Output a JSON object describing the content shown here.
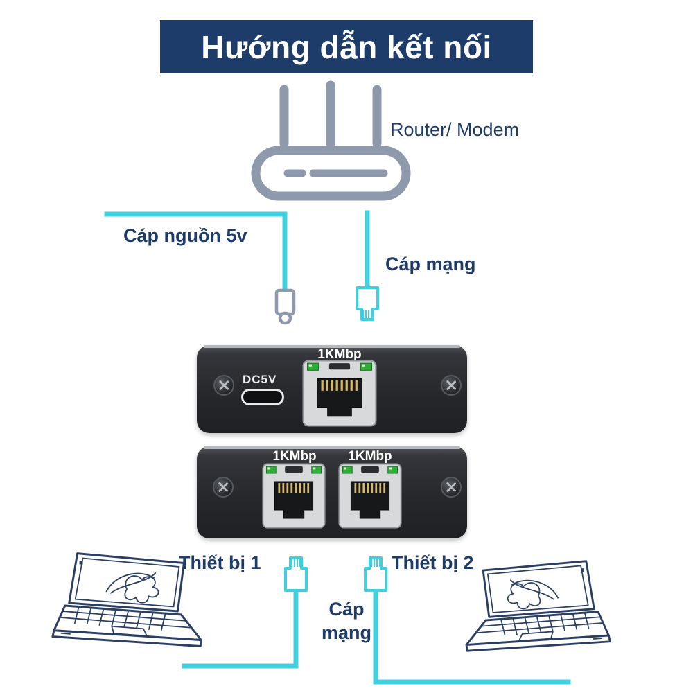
{
  "title": "Hướng dẫn kết nối",
  "router": {
    "label": "Router/ Modem"
  },
  "cables": {
    "power_label": "Cáp nguồn 5v",
    "network_label": "Cáp mạng",
    "network_label_bottom_line1": "Cáp",
    "network_label_bottom_line2": "mạng"
  },
  "switch_front": {
    "port_label": "1KMbp",
    "power_label": "DC5V"
  },
  "switch_back": {
    "port1_label": "1KMbp",
    "port2_label": "1KMbp"
  },
  "endpoints": {
    "device1_label": "Thiết bị 1",
    "device2_label": "Thiết bị 2"
  },
  "colors": {
    "banner": "#1e3c69",
    "text": "#1e3c69",
    "cable": "#3fd0e0",
    "router": "#8e99ab",
    "port_silver": "#d7d9db",
    "led_green": "#2fae38"
  },
  "icons": {
    "router": "router-outline",
    "laptop": "laptop-line-drawing",
    "usb_c_plug": "usb-c-plug-outline",
    "rj45_plug": "rj45-plug-outline",
    "ethernet_port": "rj45-port-with-leds",
    "screw": "phillips-screw"
  }
}
